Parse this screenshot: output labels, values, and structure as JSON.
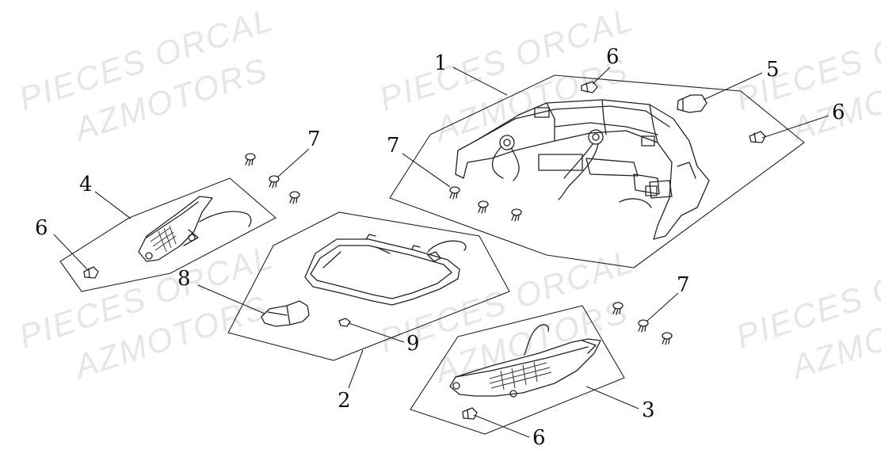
{
  "watermark": {
    "line1": "PIECES ORCAL",
    "line2": "AZMOTORS"
  },
  "callouts": {
    "c1": "1",
    "c2": "2",
    "c3": "3",
    "c4": "4",
    "c5": "5",
    "c6a": "6",
    "c6b": "6",
    "c6c": "6",
    "c6d": "6",
    "c7a": "7",
    "c7b": "7",
    "c7c": "7",
    "c8": "8",
    "c9": "9"
  },
  "colors": {
    "line": "#222222",
    "watermark": "#e6e6e6",
    "background": "#ffffff"
  }
}
